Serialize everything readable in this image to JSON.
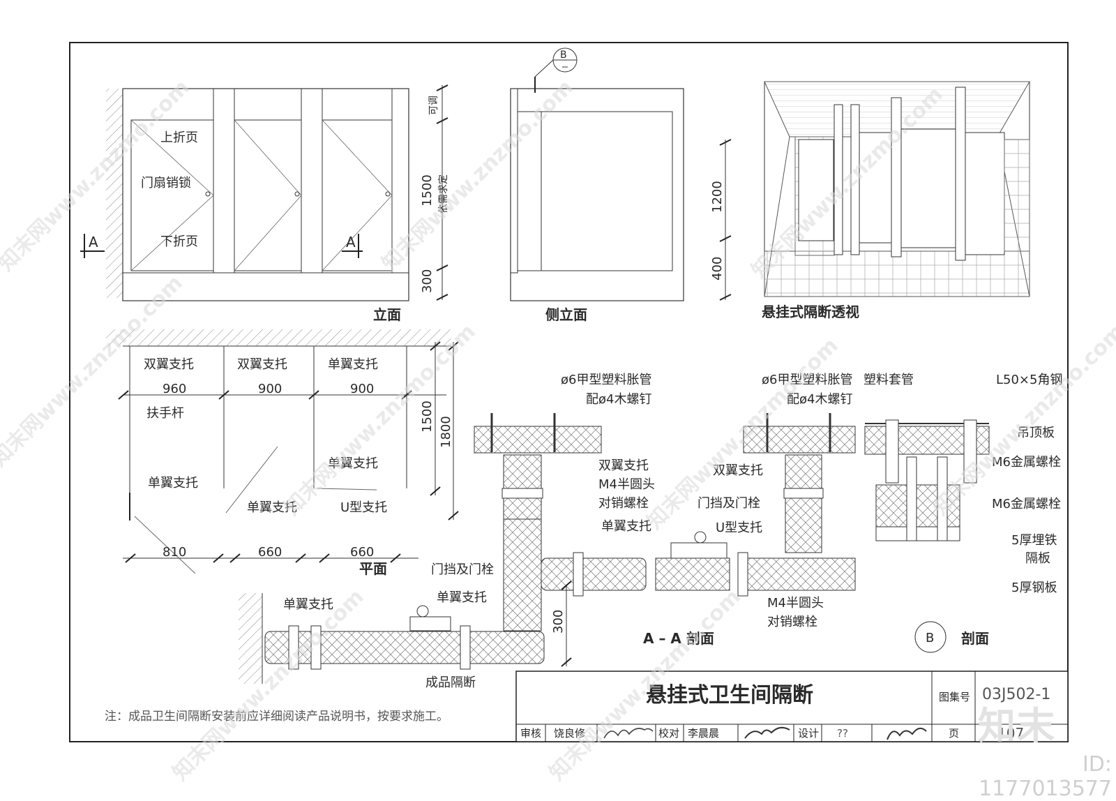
{
  "elevation": {
    "title": "立面",
    "labels": [
      "上折页",
      "门扇销锁",
      "下折页"
    ],
    "dims": [
      "可调",
      "1500",
      "依需求定",
      "300"
    ],
    "section_mark": "A"
  },
  "side_elevation": {
    "title": "侧立面",
    "section_callout": "B",
    "dims": [
      "1200",
      "400"
    ]
  },
  "perspective": {
    "title": "悬挂式隔断透视"
  },
  "plan": {
    "title": "平面",
    "top_labels": [
      "双翼支托",
      "双翼支托",
      "单翼支托"
    ],
    "top_dims": [
      "960",
      "900",
      "900"
    ],
    "labels": [
      "扶手杆",
      "单翼支托",
      "单翼支托",
      "单翼支托",
      "U型支托"
    ],
    "bottom_dims": [
      "810",
      "660",
      "660"
    ],
    "side_dims": [
      "1500",
      "1800"
    ]
  },
  "section_aa": {
    "title": "A – A 剖面",
    "labels": [
      "ø6甲型塑料胀管",
      "配ø4木螺钉",
      "双翼支托",
      "M4半圆头",
      "对销螺栓",
      "单翼支托",
      "门挡及门栓",
      "单翼支托",
      "单翼支托",
      "成品隔断",
      "门挡及门栓",
      "U型支托",
      "M4半圆头",
      "对销螺栓",
      "双翼支托",
      "ø6甲型塑料胀管",
      "配ø4木螺钉"
    ],
    "dim": "300"
  },
  "section_b": {
    "callout": "B",
    "title": "剖面",
    "labels": [
      "塑料套管",
      "L50×5角钢",
      "吊顶板",
      "M6金属螺栓",
      "M6金属螺栓",
      "5厚埋铁",
      "隔板",
      "5厚钢板"
    ]
  },
  "note": "注：成品卫生间隔断安装前应详细阅读产品说明书，按要求施工。",
  "title_block": {
    "title": "悬挂式卫生间隔断",
    "atlas_label": "图集号",
    "atlas_no": "03J502-1",
    "row": [
      "审核",
      "饶良修",
      "校对",
      "李晨晨",
      "设计",
      "??",
      "页"
    ],
    "page_no": "107"
  },
  "watermark": "知末网www.znzmo.com",
  "brand": "知末",
  "image_id": "ID: 1177013577"
}
